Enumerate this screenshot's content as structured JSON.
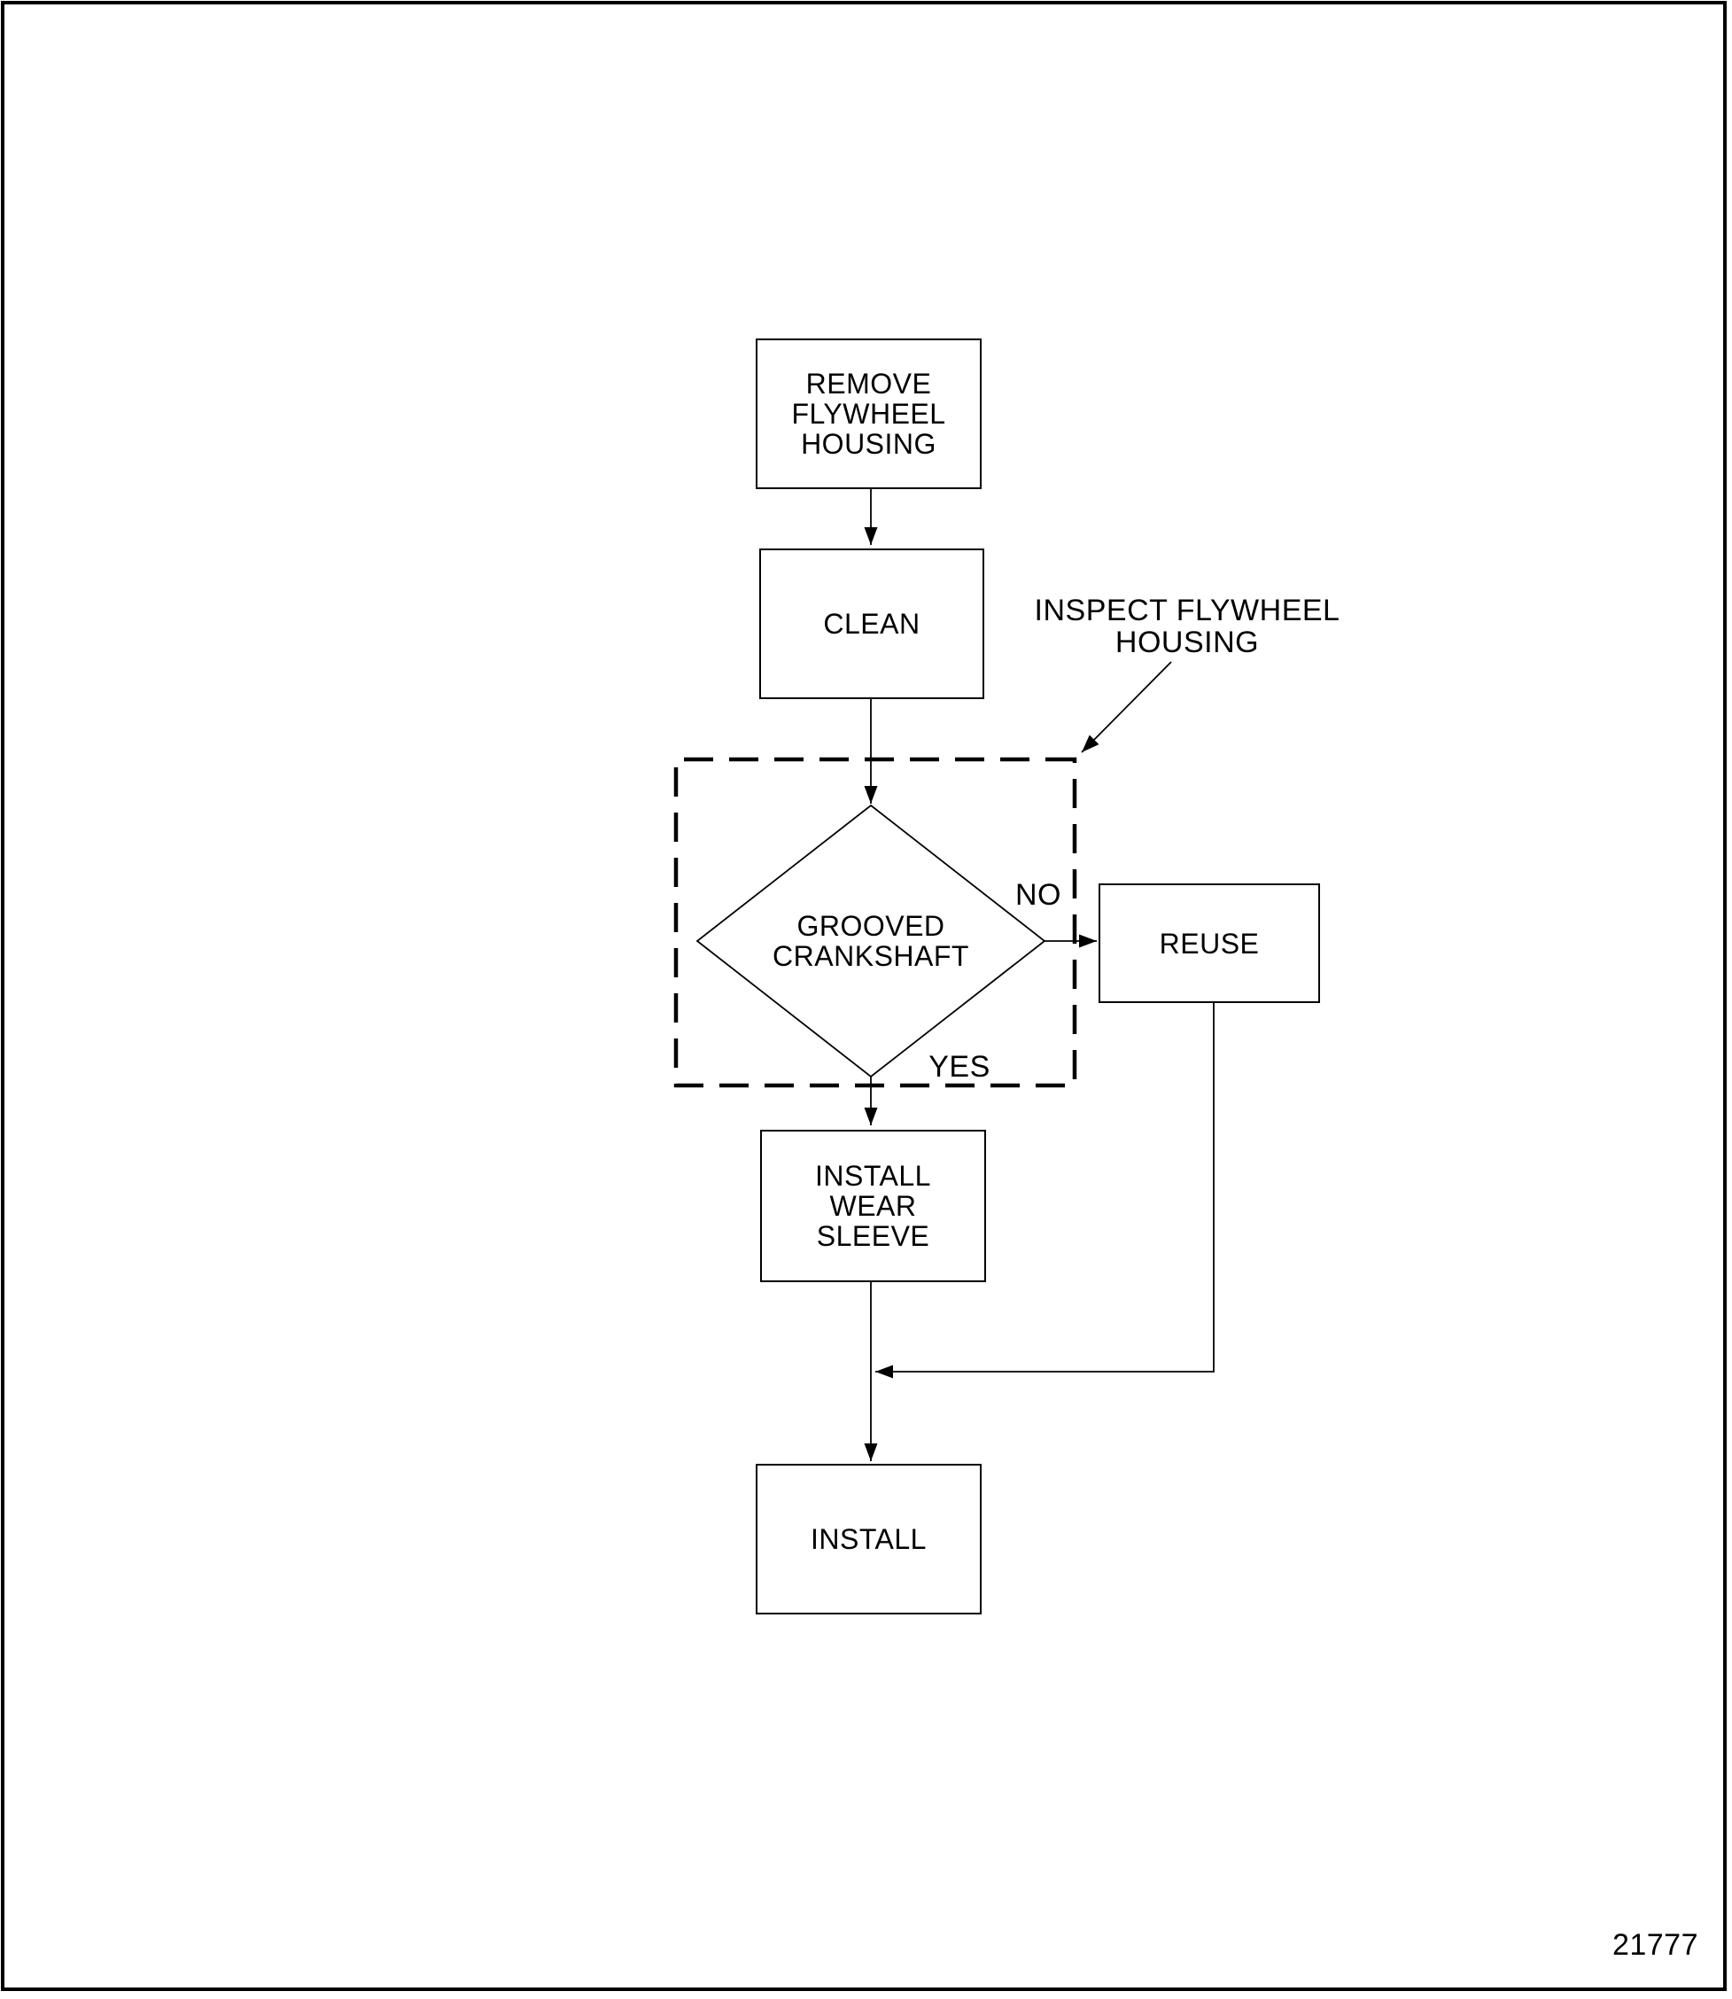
{
  "page": {
    "background_color": "#ffffff",
    "line_color": "#000000",
    "figure_number": "21777"
  },
  "flowchart": {
    "nodes": {
      "remove_flywheel_housing": {
        "label": "REMOVE\nFLYWHEEL\nHOUSING",
        "type": "process"
      },
      "clean": {
        "label": "CLEAN",
        "type": "process"
      },
      "reuse": {
        "label": "REUSE",
        "type": "process"
      },
      "install_wear_sleeve": {
        "label": "INSTALL\nWEAR\nSLEEVE",
        "type": "process"
      },
      "install": {
        "label": "INSTALL",
        "type": "process"
      }
    },
    "decision": {
      "label": "GROOVED\nCRANKSHAFT",
      "branch_no_label": "NO",
      "branch_yes_label": "YES"
    },
    "annotations": {
      "inspect_flywheel_housing": "INSPECT FLYWHEEL\nHOUSING"
    }
  }
}
